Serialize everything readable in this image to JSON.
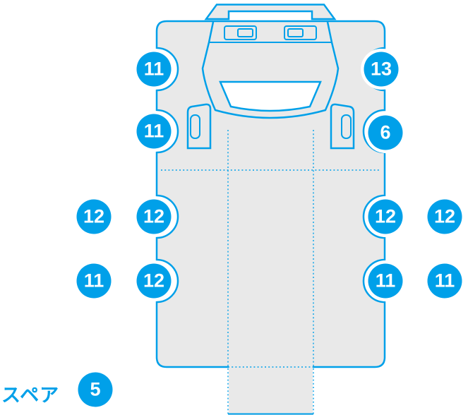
{
  "colors": {
    "accent": "#00a0e9",
    "body_fill": "#e9e9e9",
    "badge_text": "#ffffff"
  },
  "spare": {
    "label": "スペア"
  },
  "badges": [
    {
      "position": "front-left",
      "value": "11"
    },
    {
      "position": "front-right",
      "value": "13"
    },
    {
      "position": "second-axle-left",
      "value": "11"
    },
    {
      "position": "second-axle-right",
      "value": "6"
    },
    {
      "position": "mid-axle-outer-left",
      "value": "12"
    },
    {
      "position": "mid-axle-inner-left",
      "value": "12"
    },
    {
      "position": "mid-axle-inner-right",
      "value": "12"
    },
    {
      "position": "mid-axle-outer-right",
      "value": "12"
    },
    {
      "position": "rear-axle-outer-left",
      "value": "11"
    },
    {
      "position": "rear-axle-inner-left",
      "value": "12"
    },
    {
      "position": "rear-axle-inner-right",
      "value": "11"
    },
    {
      "position": "rear-axle-outer-right",
      "value": "11"
    },
    {
      "position": "spare",
      "value": "5"
    }
  ]
}
